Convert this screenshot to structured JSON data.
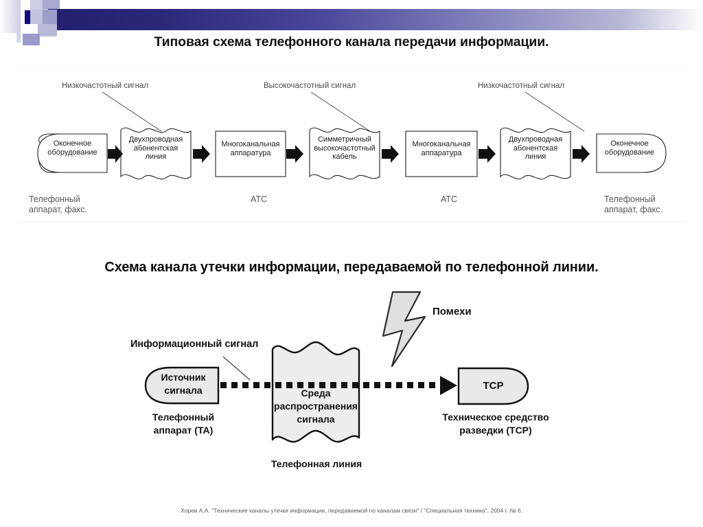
{
  "slide": {
    "title1": "Типовая схема телефонного канала передачи информации.",
    "title2": "Схема канала утечки информации, передаваемой по телефонной линии.",
    "footer": "Хорев А.А.  \"Технические каналы утечки информации, передаваемой по каналам связи\" / \"Специальная техника\", 2004 г. № 6."
  },
  "colors": {
    "accent_dark": "#221f6e",
    "accent_mid": "#4a479a",
    "accent_light": "#b9b9d6",
    "shape_fill": "#e8e8e8",
    "outline": "#111111",
    "label_gray": "#4a4a4a"
  },
  "diagram1": {
    "callouts": [
      {
        "text": "Низкочастотный сигнал"
      },
      {
        "text": "Высокочастотный сигнал"
      },
      {
        "text": "Низкочастотный сигнал"
      }
    ],
    "nodes": [
      {
        "label": "Оконечное\nоборудование",
        "shape": "flag-left-round",
        "lines": [
          "Оконечное",
          "оборудование"
        ]
      },
      {
        "label": "Двухпроводная абонентская линия",
        "shape": "wave",
        "lines": [
          "Двухпроводная",
          "абонентская",
          "линия"
        ]
      },
      {
        "label": "Многоканальная аппаратура",
        "shape": "rect",
        "lines": [
          "Многоканальная",
          "аппаратура"
        ]
      },
      {
        "label": "Симметричный высокочастотный кабель",
        "shape": "wave",
        "lines": [
          "Симметричный",
          "высокочастотный",
          "кабель"
        ]
      },
      {
        "label": "Многоканальная аппаратура",
        "shape": "rect",
        "lines": [
          "Многоканальная",
          "аппаратура"
        ]
      },
      {
        "label": "Двухпроводная абонентская линия",
        "shape": "wave",
        "lines": [
          "Двухпроводная",
          "абонентская",
          "линия"
        ]
      },
      {
        "label": "Оконечное оборудование",
        "shape": "flag-right-round",
        "lines": [
          "Оконечное",
          "оборудование"
        ]
      }
    ],
    "captions": [
      {
        "lines": [
          "Телефонный",
          "аппарат, факс."
        ]
      },
      {
        "lines": [
          "АТС"
        ]
      },
      {
        "lines": [
          "АТС"
        ]
      },
      {
        "lines": [
          "Телефонный",
          "аппарат, факс."
        ]
      }
    ]
  },
  "diagram2": {
    "callout_signal": "Информационный сигнал",
    "noise_label": "Помехи",
    "source": {
      "lines": [
        "Источник",
        "сигнала"
      ]
    },
    "medium": {
      "lines": [
        "Среда",
        "распространения",
        "сигнала"
      ]
    },
    "receiver": {
      "lines": [
        "ТСР"
      ]
    },
    "captions": [
      {
        "lines": [
          "Телефонный",
          "аппарат (ТА)"
        ]
      },
      {
        "lines": [
          "Телефонная линия"
        ]
      },
      {
        "lines": [
          "Техническое средство",
          "разведки  (ТСР)"
        ]
      }
    ]
  }
}
